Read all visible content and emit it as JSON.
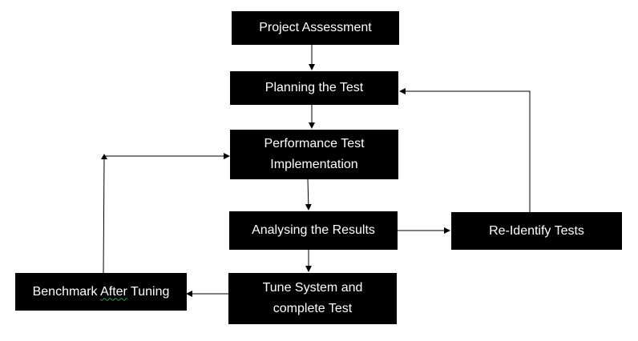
{
  "nodes": {
    "project_assessment": "Project Assessment",
    "planning": "Planning the Test",
    "performance": "Performance Test\nImplementation",
    "analysing": "Analysing the Results",
    "reidentify": "Re-Identify Tests",
    "tune": "Tune System and\ncomplete Test",
    "benchmark_word1": "Benchmark",
    "benchmark_word2": "After",
    "benchmark_word3": "Tuning"
  },
  "colors": {
    "node_fill": "#000000",
    "node_text": "#ffffff",
    "line": "#000000",
    "spell_underline": "#2ea043"
  }
}
